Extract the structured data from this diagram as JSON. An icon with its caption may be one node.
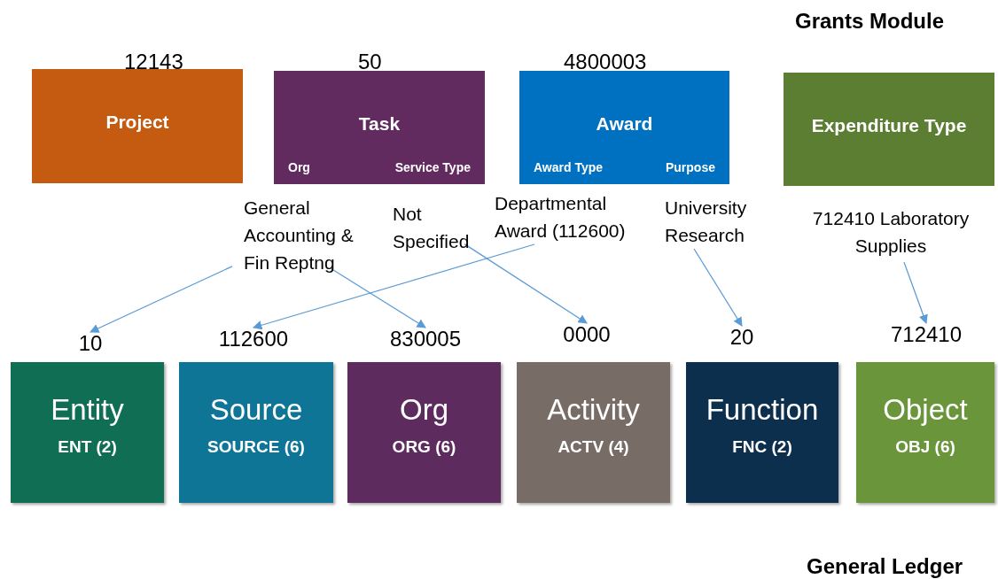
{
  "diagram": {
    "nodes": [
      {
        "text": [
          "Project"
        ],
        "beside": [
          "12143"
        ]
      },
      {
        "text": [
          "Task",
          "Org",
          "Service Type"
        ],
        "beside": [
          "50"
        ]
      },
      {
        "text": [
          "Award",
          "Award Type",
          "Purpose"
        ],
        "beside": [
          "4800003"
        ]
      },
      {
        "text": [
          "Expenditure Type"
        ]
      },
      {
        "text": [
          "General Accounting & Fin Reptng"
        ]
      },
      {
        "text": [
          "Not Specified"
        ]
      },
      {
        "text": [
          "Departmental Award (112600)"
        ]
      },
      {
        "text": [
          "University Research"
        ]
      },
      {
        "text": [
          "712410 Laboratory Supplies"
        ]
      },
      {
        "text": [
          "10"
        ]
      },
      {
        "text": [
          "112600"
        ]
      },
      {
        "text": [
          "830005"
        ]
      },
      {
        "text": [
          "0000"
        ]
      },
      {
        "text": [
          "20"
        ]
      },
      {
        "text": [
          "712410"
        ]
      },
      {
        "text": [
          "Entity",
          "ENT (2)"
        ]
      },
      {
        "text": [
          "Source",
          "SOURCE (6)"
        ]
      },
      {
        "text": [
          "Org",
          "ORG (6)"
        ]
      },
      {
        "text": [
          "Activity",
          "ACTV (4)"
        ]
      },
      {
        "text": [
          "Function",
          "FNC (2)"
        ]
      },
      {
        "text": [
          "Object",
          "OBJ (6)"
        ]
      }
    ],
    "edges": [
      {
        "from": 4,
        "to": 9,
        "arrow": "to"
      },
      {
        "from": 4,
        "to": 11,
        "arrow": "to"
      },
      {
        "from": 6,
        "to": 10,
        "arrow": "to"
      },
      {
        "from": 5,
        "to": 12,
        "arrow": "to"
      },
      {
        "from": 7,
        "to": 13,
        "arrow": "to"
      },
      {
        "from": 8,
        "to": 14,
        "arrow": "to"
      }
    ],
    "labels": [
      "Grants Module",
      "General Ledger"
    ]
  }
}
